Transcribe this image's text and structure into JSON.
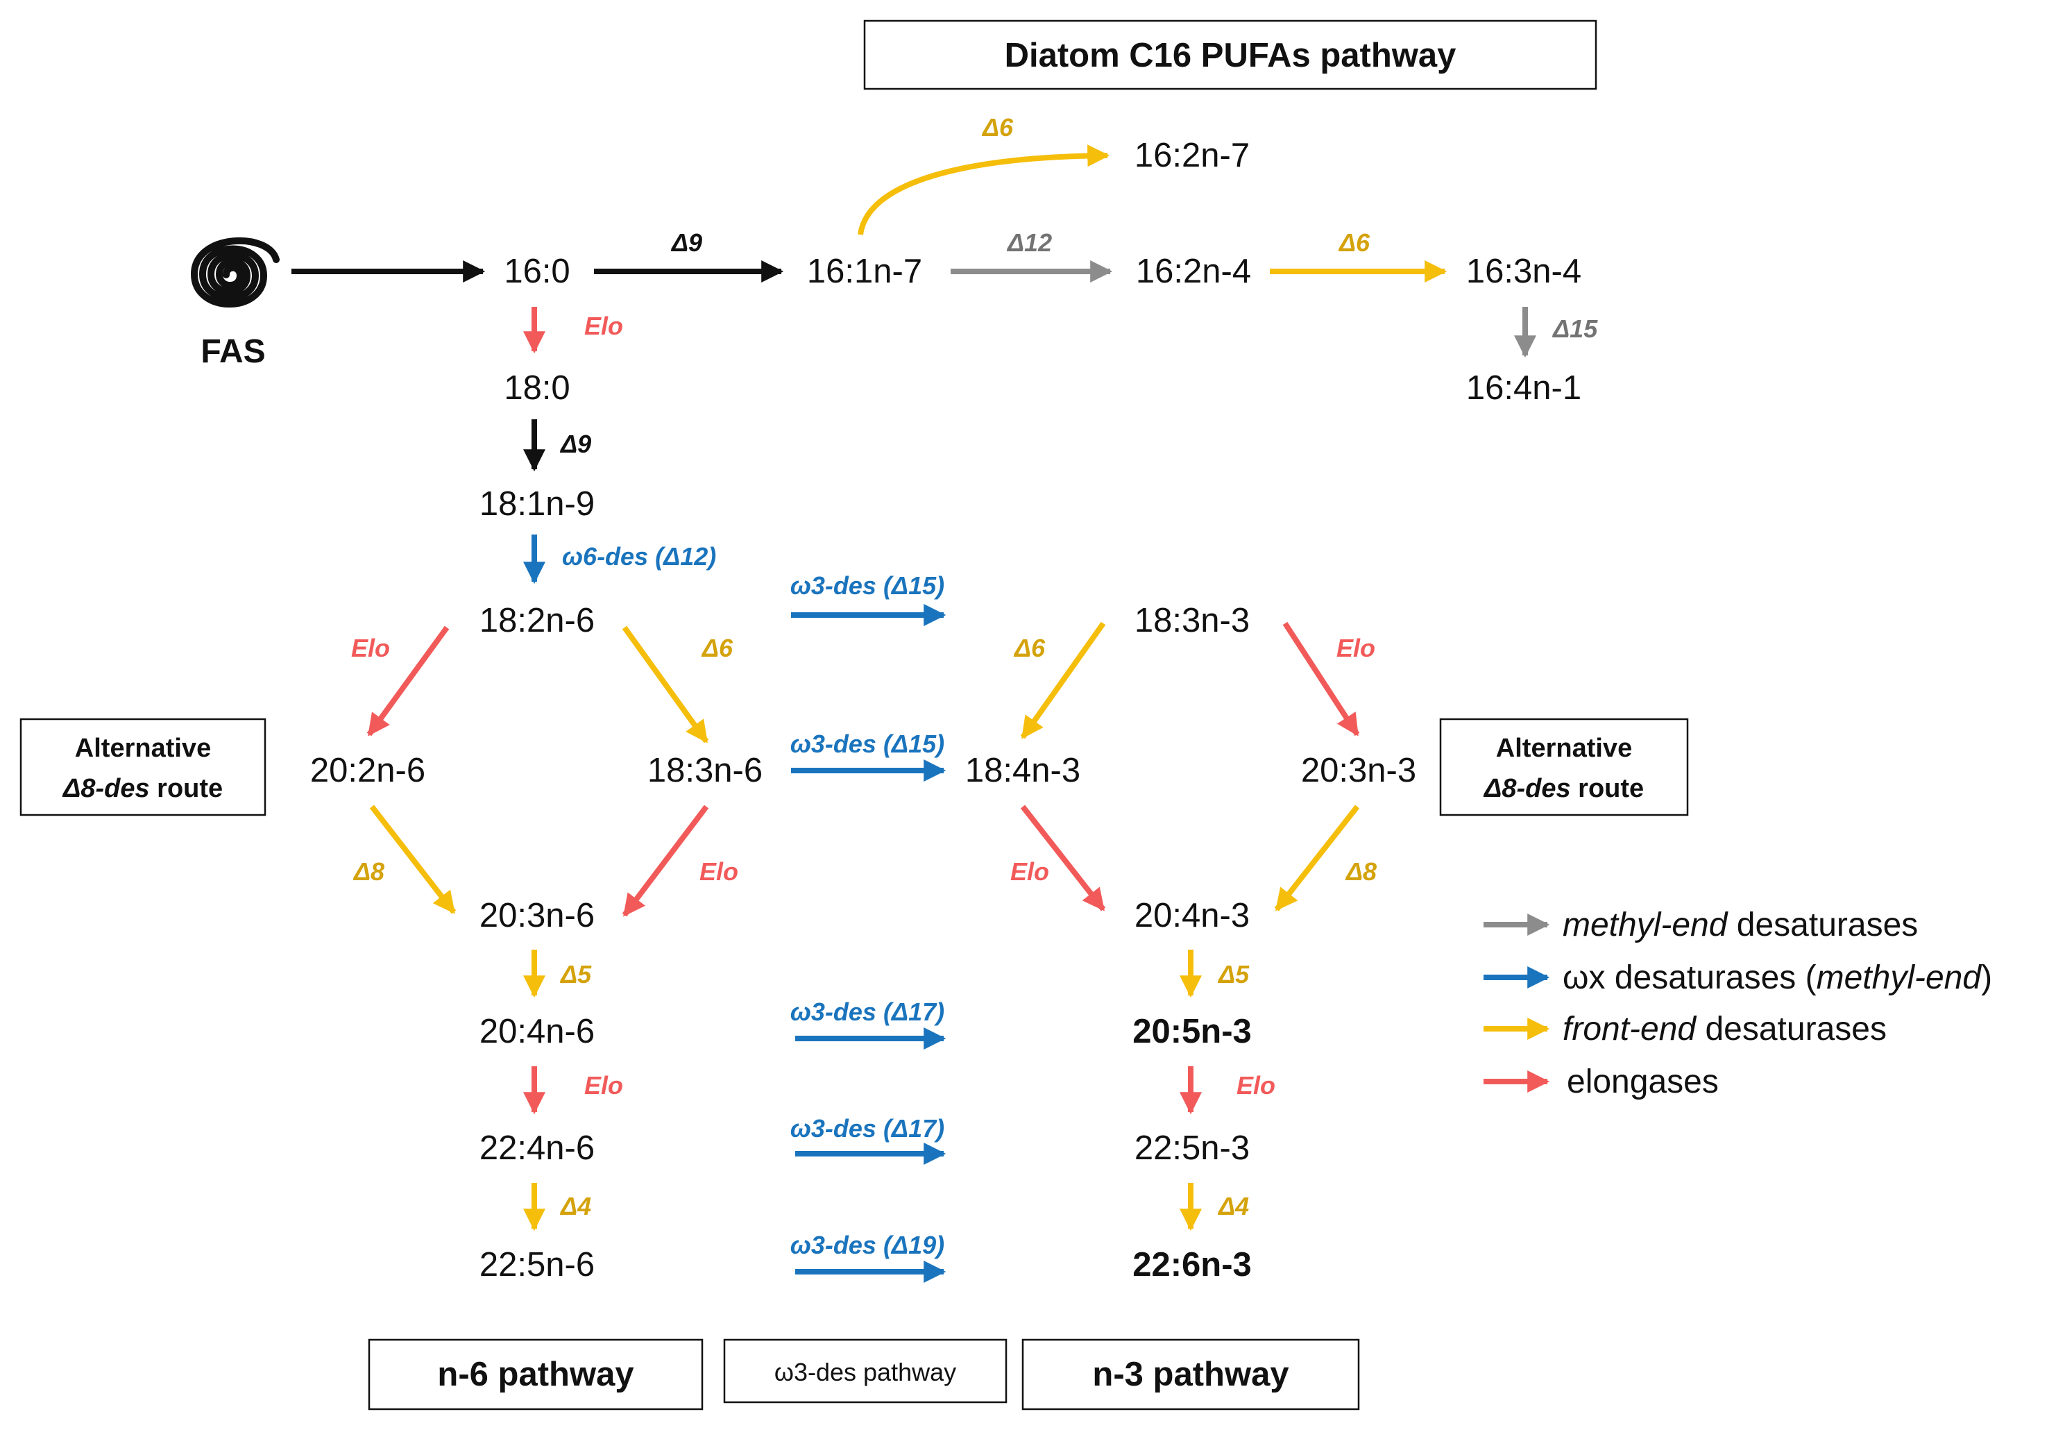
{
  "colors": {
    "black": "#111111",
    "grey": "#8c8c8c",
    "blue": "#1a74bd",
    "yellow": "#f5be0b",
    "red": "#f25a5a",
    "yellow_text": "#d4a20a"
  },
  "title_box": "Diatom C16 PUFAs pathway",
  "fas_label": "FAS",
  "fatty_acids": {
    "c16_0": "16:0",
    "c16_1n7": "16:1n-7",
    "c16_2n7": "16:2n-7",
    "c16_2n4": "16:2n-4",
    "c16_3n4": "16:3n-4",
    "c16_4n1": "16:4n-1",
    "c18_0": "18:0",
    "c18_1n9": "18:1n-9",
    "c18_2n6": "18:2n-6",
    "c18_3n3": "18:3n-3",
    "c20_2n6": "20:2n-6",
    "c18_3n6": "18:3n-6",
    "c18_4n3": "18:4n-3",
    "c20_3n3": "20:3n-3",
    "c20_3n6": "20:3n-6",
    "c20_4n3": "20:4n-3",
    "c20_4n6": "20:4n-6",
    "c20_5n3": "20:5n-3",
    "c22_4n6": "22:4n-6",
    "c22_5n3": "22:5n-3",
    "c22_5n6": "22:5n-6",
    "c22_6n3": "22:6n-3"
  },
  "enzyme_labels": {
    "d9_top": "Δ9",
    "d12_top": "Δ12",
    "d6_arc": "Δ6",
    "d6_top": "Δ6",
    "d15_top": "Δ15",
    "elo_16_18": "Elo",
    "d9_18": "Δ9",
    "w6des": "ω6-des (Δ12)",
    "w3des_1": "ω3-des (Δ15)",
    "w3des_2": "ω3-des (Δ15)",
    "w3des_3": "ω3-des (Δ17)",
    "w3des_4": "ω3-des (Δ17)",
    "w3des_5": "ω3-des (Δ19)",
    "elo_left_a": "Elo",
    "d6_left": "Δ6",
    "d6_right": "Δ6",
    "elo_right_a": "Elo",
    "d8_left": "Δ8",
    "elo_left_b": "Elo",
    "elo_right_b": "Elo",
    "d8_right": "Δ8",
    "d5_left": "Δ5",
    "d5_right": "Δ5",
    "elo_left_c": "Elo",
    "elo_right_c": "Elo",
    "d4_left": "Δ4",
    "d4_right": "Δ4"
  },
  "alt_boxes": {
    "line1": "Alternative",
    "line2_italic": "Δ8-des",
    "line2_rest": " route"
  },
  "bottom_boxes": {
    "n6": "n-6 pathway",
    "w3": "ω3-des pathway",
    "n3": "n-3 pathway"
  },
  "legend": [
    {
      "italic": "methyl-end",
      "rest": " desaturases",
      "color": "grey"
    },
    {
      "prefix": "ωx desaturases (",
      "italic": "methyl-end",
      "suffix": ")",
      "color": "blue"
    },
    {
      "italic": "front-end",
      "rest": " desaturases",
      "color": "yellow"
    },
    {
      "rest": "elongases",
      "color": "red"
    }
  ]
}
